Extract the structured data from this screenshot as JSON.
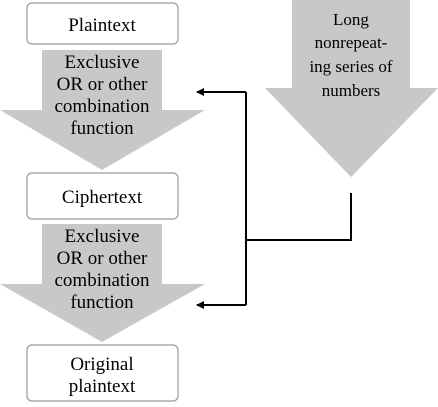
{
  "boxes": {
    "plaintext": "Plaintext",
    "ciphertext": "Ciphertext",
    "original_line1": "Original",
    "original_line2": "plaintext"
  },
  "arrows": {
    "first": {
      "line1": "Exclusive",
      "line2": "OR or other",
      "line3": "combination",
      "line4": "function"
    },
    "second": {
      "line1": "Exclusive",
      "line2": "OR or other",
      "line3": "combination",
      "line4": "function"
    },
    "source": {
      "line1": "Long",
      "line2": "nonrepeat-",
      "line3": "ing series of",
      "line4": "numbers"
    }
  },
  "colors": {
    "arrow_fill": "#c8c8c8",
    "box_border": "#9a9a9a",
    "connector": "#000000"
  }
}
